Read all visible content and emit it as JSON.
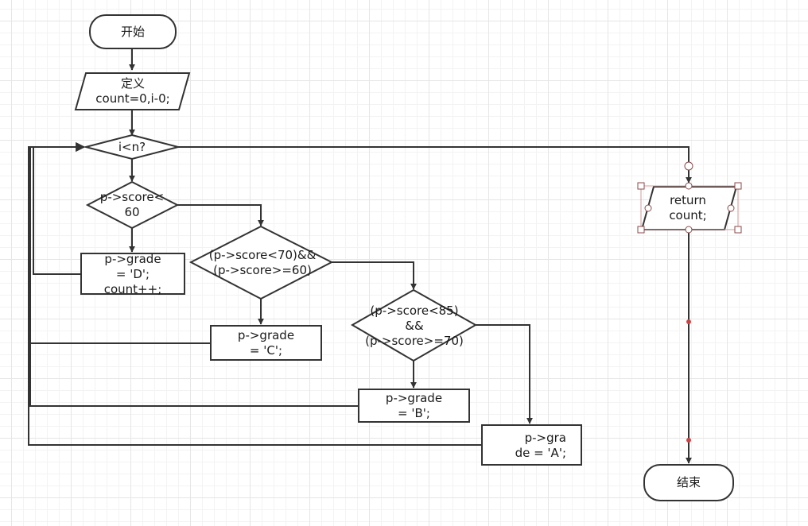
{
  "nodes": {
    "start": {
      "text": "开始"
    },
    "define": {
      "text": "定义\ncount=0,i-0;"
    },
    "cond_loop": {
      "text": "i<n?"
    },
    "cond_60": {
      "text": "p->score<\n60"
    },
    "grade_d": {
      "text": "p->grade\n= 'D';\ncount++;"
    },
    "cond_70": {
      "text": "(p->score<70)&&\n(p->score>=60)"
    },
    "grade_c": {
      "text": "p->grade\n= 'C';"
    },
    "cond_85": {
      "text": "(p->score<85)\n&&\n(p->score>=70)"
    },
    "grade_b": {
      "text": "p->grade\n= 'B';"
    },
    "grade_a": {
      "text": "p->gra\nde = 'A';"
    },
    "return": {
      "text": "return\ncount;"
    },
    "end": {
      "text": "结束"
    }
  },
  "colors": {
    "stroke": "#333333",
    "grid": "#e6e6e6",
    "selection": "#d39b9b"
  }
}
